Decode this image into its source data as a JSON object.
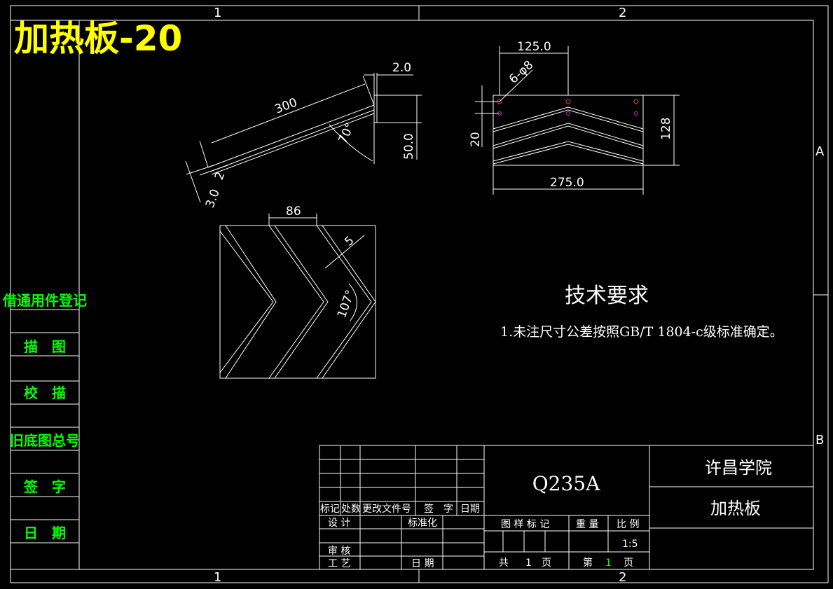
{
  "title": "加热板-20",
  "zone_labels": {
    "col1": "1",
    "col2": "2",
    "row_a": "A",
    "row_b": "B"
  },
  "side_panel": [
    "借通用件登记",
    "描　图",
    "校　描",
    "旧底图总号",
    "签　字",
    "日　期"
  ],
  "dimensions": {
    "side_view": {
      "length": "300",
      "angle": "70°",
      "gap": "2.0",
      "height": "50.0",
      "thick_inner": "2",
      "thick_outer": "3.0"
    },
    "front_view": {
      "hole_spacing": "125.0",
      "holes": "6-φ8",
      "hole_offset": "20",
      "height": "128",
      "width": "275.0"
    },
    "flat_view": {
      "pitch": "86",
      "strip": "5",
      "angle": "107°"
    }
  },
  "tech_requirements": {
    "heading": "技术要求",
    "items": [
      "1.未注尺寸公差按照GB/T 1804-c级标准确定。"
    ]
  },
  "title_block": {
    "material": "Q235A",
    "organization": "许昌学院",
    "drawing_name": "加热板",
    "rev_headers": [
      "标记",
      "处数",
      "更改文件号",
      "签　字",
      "日期"
    ],
    "design": "设 计",
    "standardization": "标准化",
    "review": "审 核",
    "process": "工 艺",
    "date": "日 期",
    "stage_label": "图 样 标 记",
    "weight_label": "重 量",
    "scale_label": "比 例",
    "scale_value": "1:5",
    "total_label": "共",
    "total_value": "1",
    "page_unit": "页",
    "page_label": "第",
    "page_value": "1",
    "page_unit2": "页"
  },
  "colors": {
    "background": "#000000",
    "lines": "#ffffff",
    "title": "#ffff00",
    "side_text": "#00ff00",
    "page_no": "#00ff00",
    "holes_red": "#ff3333",
    "holes_magenta": "#cc33cc"
  }
}
